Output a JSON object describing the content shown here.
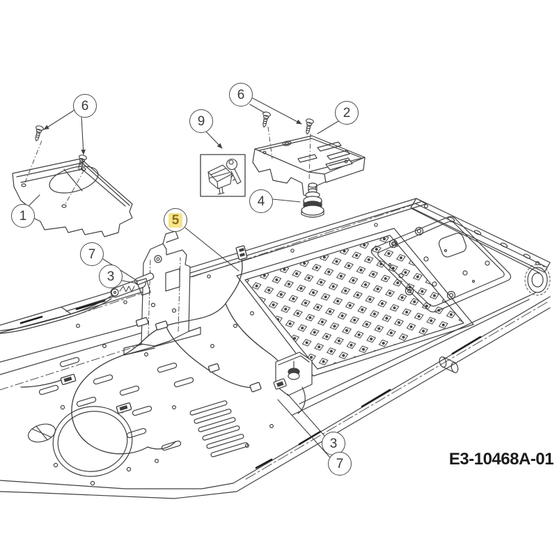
{
  "diagram": {
    "part_code": "E3-10468A-01",
    "colors": {
      "highlight": "#F6E58D",
      "highlight_text": "#8A6D1A",
      "line": "#3F3F3F"
    },
    "icons": {
      "key_box": "ignition-key-and-clip-icon"
    },
    "callouts": [
      {
        "id": "callout-6-upper-left",
        "label": "6",
        "highlighted": false
      },
      {
        "id": "callout-1",
        "label": "1",
        "highlighted": false
      },
      {
        "id": "callout-9",
        "label": "9",
        "highlighted": false
      },
      {
        "id": "callout-6-upper-middle",
        "label": "6",
        "highlighted": false
      },
      {
        "id": "callout-2",
        "label": "2",
        "highlighted": false
      },
      {
        "id": "callout-4",
        "label": "4",
        "highlighted": false
      },
      {
        "id": "callout-5",
        "label": "5",
        "highlighted": true
      },
      {
        "id": "callout-7-left",
        "label": "7",
        "highlighted": false
      },
      {
        "id": "callout-3-left",
        "label": "3",
        "highlighted": false
      },
      {
        "id": "callout-3-lower",
        "label": "3",
        "highlighted": false
      },
      {
        "id": "callout-7-lower",
        "label": "7",
        "highlighted": false
      }
    ]
  }
}
